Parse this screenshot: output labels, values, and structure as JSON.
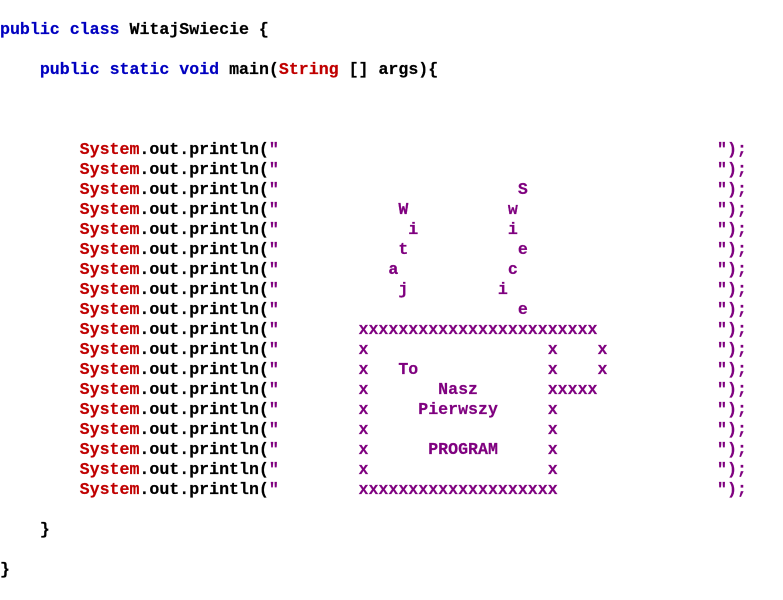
{
  "colors": {
    "keyword": "#0000c0",
    "class_ref": "#c00000",
    "string": "#7f007f",
    "text": "#000000"
  },
  "header": {
    "kw_public": "public",
    "kw_class": "class",
    "class_name": "WitajSwiecie {",
    "method_kw_public": "public",
    "method_kw_static": "static",
    "method_kw_void": "void",
    "method_name": "main(",
    "param_type": "String",
    "param_rest": " [] args){"
  },
  "println": {
    "receiver": "System",
    "call": ".out.println(",
    "open_quote": "\"",
    "close": "\");"
  },
  "lines": [
    "",
    "",
    "                        S",
    "            W          w",
    "             i         i",
    "            t           e",
    "           a           c",
    "            j         i",
    "                        e",
    "        xxxxxxxxxxxxxxxxxxxxxxxx",
    "        x                  x    x",
    "        x   To             x    x",
    "        x       Nasz       xxxxx",
    "        x     Pierwszy     x",
    "        x                  x",
    "        x      PROGRAM     x",
    "        x                  x",
    "        xxxxxxxxxxxxxxxxxxxx"
  ],
  "footer": {
    "method_close": "}",
    "class_close": "}"
  }
}
